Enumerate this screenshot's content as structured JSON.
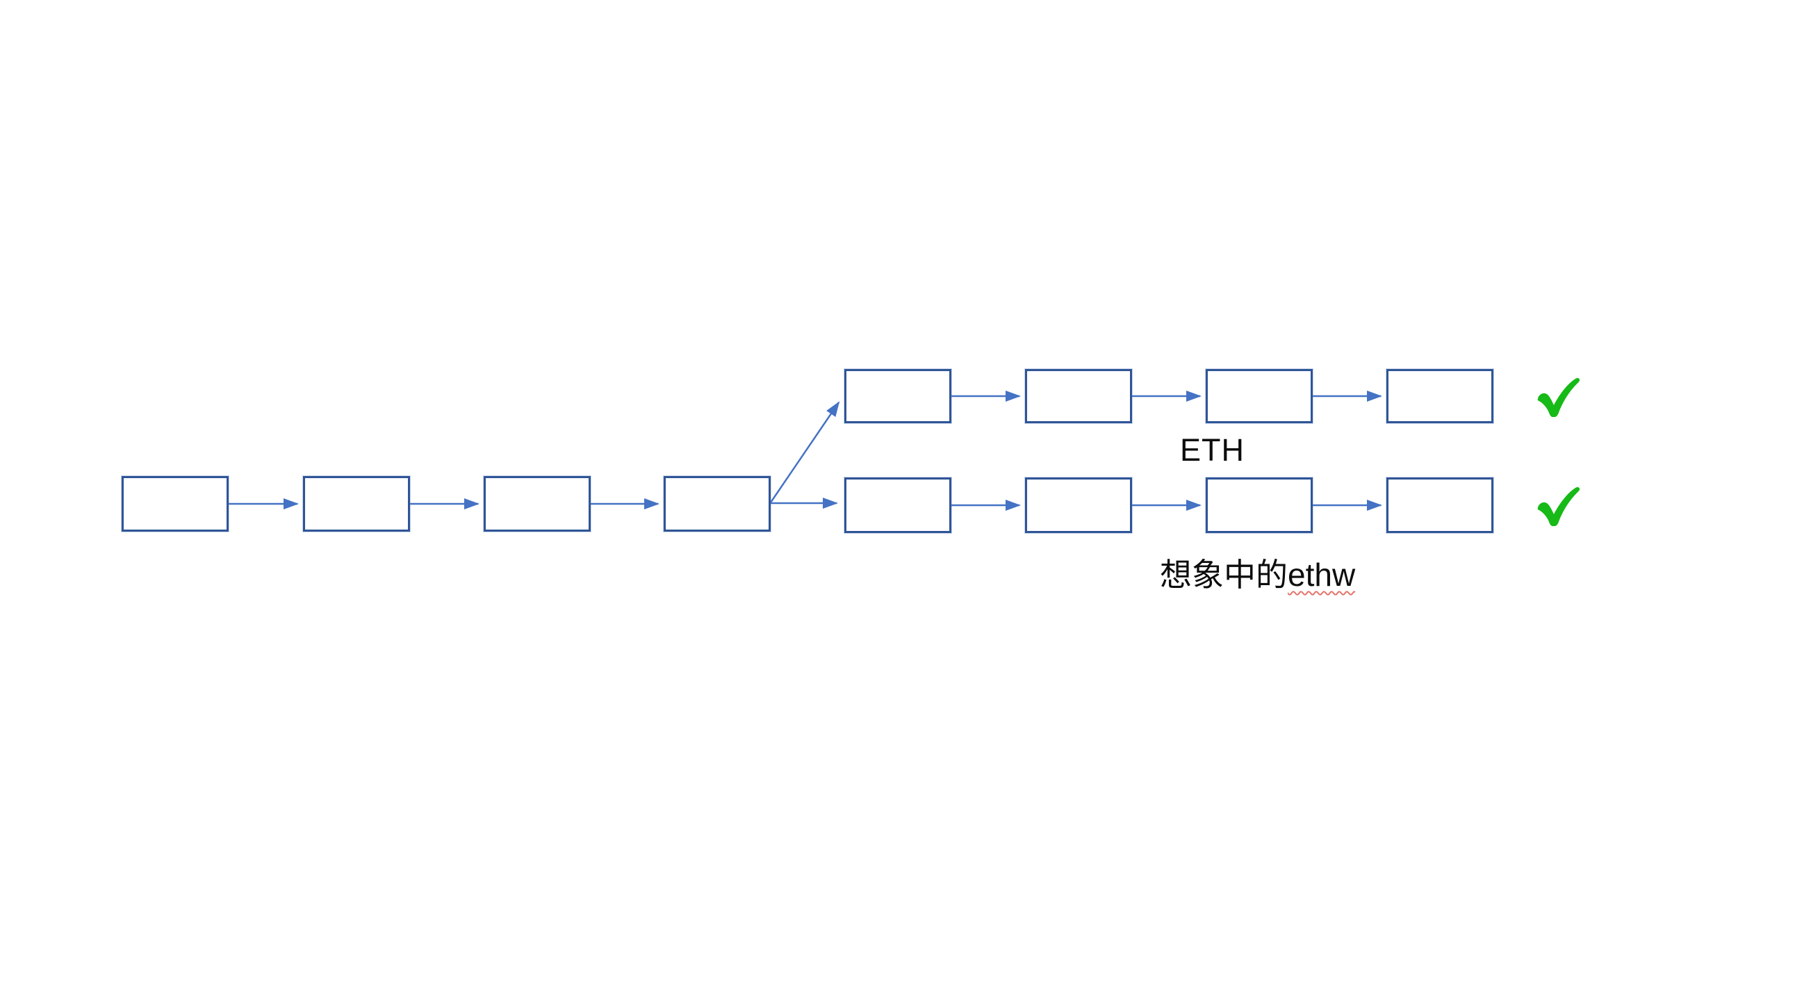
{
  "diagram": {
    "description": "blockchain fork diagram: shared chain of 4 blocks forking into two 4-block branches",
    "labels": {
      "eth_branch": "ETH",
      "ethw_branch_prefix": "想象中的",
      "ethw_branch_word": "ethw"
    },
    "branches": [
      {
        "name": "ETH",
        "blocks": 4,
        "status": "checked"
      },
      {
        "name": "想象中的ethw",
        "blocks": 4,
        "status": "checked"
      }
    ],
    "shared_chain_blocks": 4,
    "icons": {
      "eth_branch_check": "checkmark-icon",
      "ethw_branch_check": "checkmark-icon"
    },
    "colors": {
      "background": "#FFFFFF",
      "block_fill": "#FFFFFF",
      "block_border": "#2F5597",
      "connector_arrow": "#4472C4",
      "checkmark_green": "#17BA17",
      "label_text": "#0D0D0D",
      "spellcheck_underline": "#E4746B"
    }
  }
}
